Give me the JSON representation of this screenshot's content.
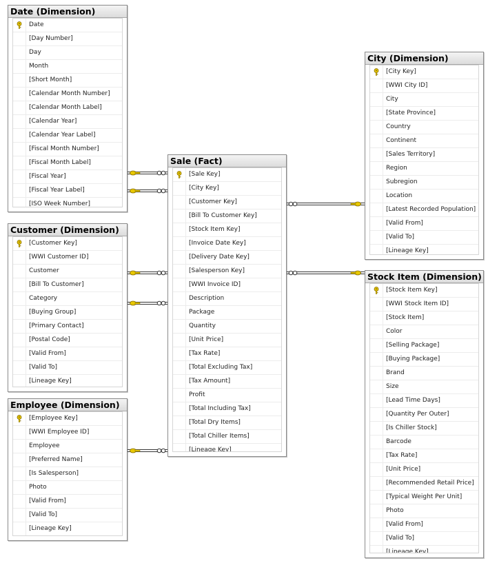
{
  "colors": {
    "connector": "#333333",
    "key_yellow": "#e8c800",
    "key_dark": "#806800"
  },
  "tables": {
    "date": {
      "title": "Date (Dimension)",
      "columns": [
        "Date",
        "[Day Number]",
        "Day",
        "Month",
        "[Short Month]",
        "[Calendar Month Number]",
        "[Calendar Month Label]",
        "[Calendar Year]",
        "[Calendar Year Label]",
        "[Fiscal Month Number]",
        "[Fiscal Month Label]",
        "[Fiscal Year]",
        "[Fiscal Year Label]",
        "[ISO Week Number]"
      ],
      "key_index": 0
    },
    "customer": {
      "title": "Customer (Dimension)",
      "columns": [
        "[Customer Key]",
        "[WWI Customer ID]",
        "Customer",
        "[Bill To Customer]",
        "Category",
        "[Buying Group]",
        "[Primary Contact]",
        "[Postal Code]",
        "[Valid From]",
        "[Valid To]",
        "[Lineage Key]"
      ],
      "key_index": 0
    },
    "employee": {
      "title": "Employee (Dimension)",
      "columns": [
        "[Employee Key]",
        "[WWI Employee ID]",
        "Employee",
        "[Preferred Name]",
        "[Is Salesperson]",
        "Photo",
        "[Valid From]",
        "[Valid To]",
        "[Lineage Key]"
      ],
      "key_index": 0
    },
    "sale": {
      "title": "Sale (Fact)",
      "columns": [
        "[Sale Key]",
        "[City Key]",
        "[Customer Key]",
        "[Bill To Customer Key]",
        "[Stock Item Key]",
        "[Invoice Date Key]",
        "[Delivery Date Key]",
        "[Salesperson Key]",
        "[WWI Invoice ID]",
        "Description",
        "Package",
        "Quantity",
        "[Unit Price]",
        "[Tax Rate]",
        "[Total Excluding Tax]",
        "[Tax Amount]",
        "Profit",
        "[Total Including Tax]",
        "[Total Dry Items]",
        "[Total Chiller Items]",
        "[Lineage Key]"
      ],
      "key_index": 0
    },
    "city": {
      "title": "City (Dimension)",
      "columns": [
        "[City Key]",
        "[WWI City ID]",
        "City",
        "[State Province]",
        "Country",
        "Continent",
        "[Sales Territory]",
        "Region",
        "Subregion",
        "Location",
        "[Latest Recorded Population]",
        "[Valid From]",
        "[Valid To]",
        "[Lineage Key]"
      ],
      "key_index": 0
    },
    "stock": {
      "title": "Stock Item (Dimension)",
      "columns": [
        "[Stock Item Key]",
        "[WWI Stock Item ID]",
        "[Stock Item]",
        "Color",
        "[Selling Package]",
        "[Buying Package]",
        "Brand",
        "Size",
        "[Lead Time Days]",
        "[Quantity Per Outer]",
        "[Is Chiller Stock]",
        "Barcode",
        "[Tax Rate]",
        "[Unit Price]",
        "[Recommended Retail Price]",
        "[Typical Weight Per Unit]",
        "Photo",
        "[Valid From]",
        "[Valid To]",
        "[Lineage Key]"
      ],
      "key_index": 0
    }
  },
  "relationships": [
    {
      "from": "sale",
      "to": "date",
      "name": "invoice-date"
    },
    {
      "from": "sale",
      "to": "date",
      "name": "delivery-date"
    },
    {
      "from": "sale",
      "to": "customer",
      "name": "customer"
    },
    {
      "from": "sale",
      "to": "customer",
      "name": "bill-to-customer"
    },
    {
      "from": "sale",
      "to": "employee",
      "name": "salesperson"
    },
    {
      "from": "sale",
      "to": "city",
      "name": "city"
    },
    {
      "from": "sale",
      "to": "stock",
      "name": "stock-item"
    }
  ]
}
